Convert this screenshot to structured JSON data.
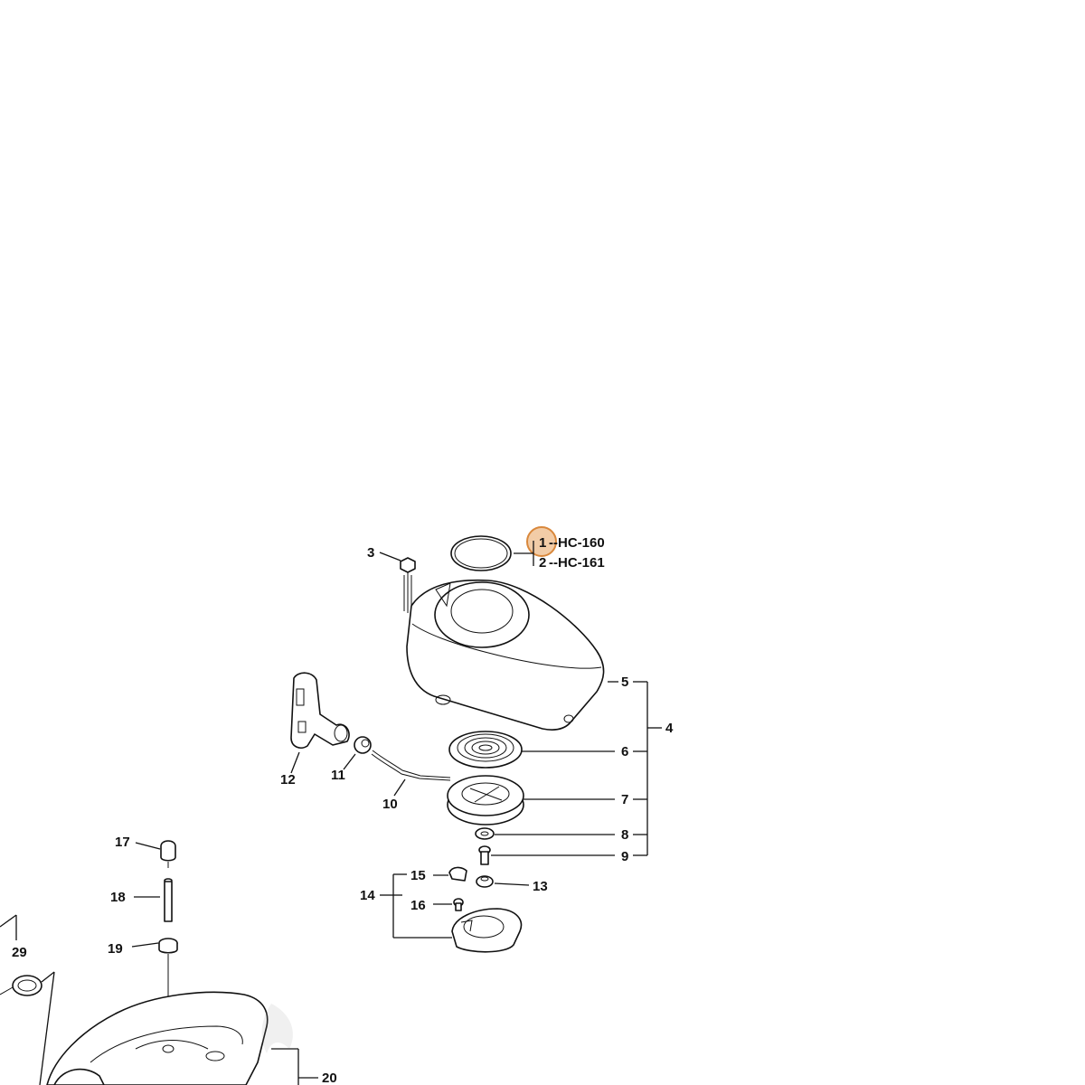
{
  "diagram": {
    "highlight_color": "#e8a25e",
    "callouts": [
      {
        "id": "c1",
        "text": "1"
      },
      {
        "id": "c2",
        "text": "2"
      },
      {
        "id": "c3",
        "text": "3"
      },
      {
        "id": "c4",
        "text": "4"
      },
      {
        "id": "c5",
        "text": "5"
      },
      {
        "id": "c6",
        "text": "6"
      },
      {
        "id": "c7",
        "text": "7"
      },
      {
        "id": "c8",
        "text": "8"
      },
      {
        "id": "c9",
        "text": "9"
      },
      {
        "id": "c10",
        "text": "10"
      },
      {
        "id": "c11",
        "text": "11"
      },
      {
        "id": "c12",
        "text": "12"
      },
      {
        "id": "c13",
        "text": "13"
      },
      {
        "id": "c14",
        "text": "14"
      },
      {
        "id": "c15",
        "text": "15"
      },
      {
        "id": "c16",
        "text": "16"
      },
      {
        "id": "c17",
        "text": "17"
      },
      {
        "id": "c18",
        "text": "18"
      },
      {
        "id": "c19",
        "text": "19"
      },
      {
        "id": "c20",
        "text": "20"
      },
      {
        "id": "c29",
        "text": "29"
      }
    ],
    "model_notes": [
      {
        "text": "--HC-160"
      },
      {
        "text": "--HC-161"
      }
    ]
  }
}
